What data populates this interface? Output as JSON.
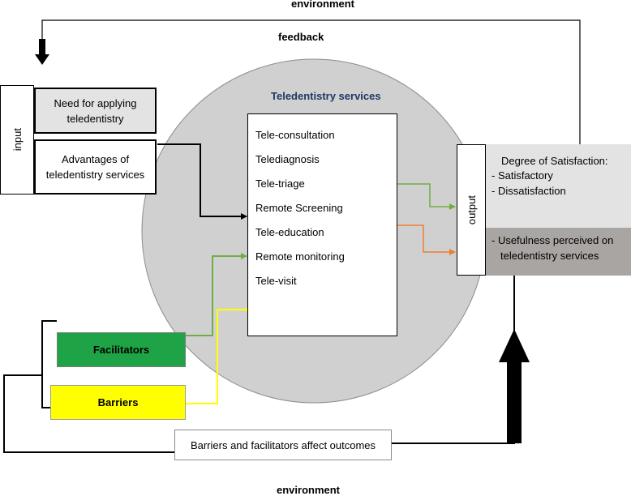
{
  "environment_top": "environment",
  "environment_bottom": "environment",
  "feedback": "feedback",
  "input_label": "input",
  "inputs": {
    "need": "Need for applying teledentistry",
    "advantages": "Advantages of teledentistry services"
  },
  "services": {
    "title": "Teledentistry services",
    "items": [
      "Tele-consultation",
      "Telediagnosis",
      "Tele-triage",
      "Remote Screening",
      "Tele-education",
      "Remote monitoring",
      "Tele-visit"
    ]
  },
  "output_label": "output",
  "satisfaction": {
    "title": "Degree of Satisfaction:",
    "items": [
      "-  Satisfactory",
      "-  Dissatisfaction"
    ]
  },
  "usefulness": {
    "lines": [
      "-  Usefulness perceived on",
      "teledentistry services"
    ]
  },
  "facilitators": "Facilitators",
  "barriers": "Barriers",
  "affect_outcomes": "Barriers and facilitators affect outcomes",
  "colors": {
    "title_blue": "#1f3864",
    "circle": "#d0d0d0",
    "facilitators": "#1ea447",
    "barriers": "#ffff00",
    "green_arrow": "#70ad47",
    "orange_arrow": "#ed7d31",
    "yellow_arrow": "#ffff00",
    "light_grey": "#e3e3e3",
    "dark_grey": "#a9a5a3"
  }
}
